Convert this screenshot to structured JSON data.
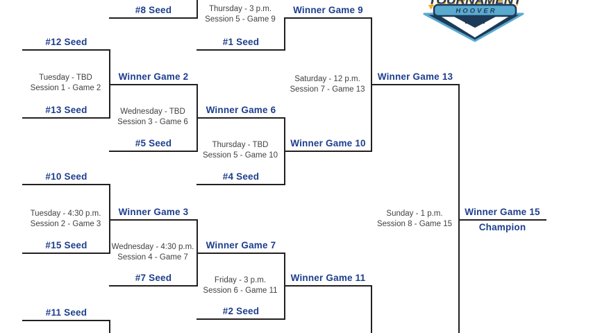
{
  "colors": {
    "label_blue": "#1d3e8d",
    "line": "#231f20",
    "schedule_text": "#414042",
    "logo_navy": "#1d3a59",
    "logo_light_blue": "#5aaacf",
    "logo_gold": "#f1a722",
    "logo_white": "#ffffff"
  },
  "logo": {
    "top_word": "TOURNAMENT",
    "banner": "HOOVER"
  },
  "seeds": {
    "s8": "#8 Seed",
    "s1": "#1 Seed",
    "s12": "#12 Seed",
    "s13": "#13 Seed",
    "s5": "#5 Seed",
    "s4": "#4 Seed",
    "s10": "#10 Seed",
    "s15": "#15 Seed",
    "s7": "#7 Seed",
    "s2": "#2 Seed",
    "s11": "#11 Seed"
  },
  "winners": {
    "g2": "Winner Game 2",
    "g3": "Winner Game 3",
    "g6": "Winner Game 6",
    "g7": "Winner Game 7",
    "g9": "Winner Game 9",
    "g10": "Winner Game 10",
    "g11": "Winner Game 11",
    "g13": "Winner Game 13",
    "g15": "Winner Game 15",
    "champion": "Champion"
  },
  "schedules": {
    "g2": {
      "l1": "Tuesday - TBD",
      "l2": "Session 1 - Game 2"
    },
    "g3": {
      "l1": "Tuesday - 4:30 p.m.",
      "l2": "Session 2 - Game 3"
    },
    "g6": {
      "l1": "Wednesday - TBD",
      "l2": "Session 3 - Game 6"
    },
    "g7": {
      "l1": "Wednesday - 4:30 p.m.",
      "l2": "Session 4 - Game 7"
    },
    "g9": {
      "l1": "Thursday - 3 p.m.",
      "l2": "Session 5 - Game 9"
    },
    "g10": {
      "l1": "Thursday - TBD",
      "l2": "Session 5 - Game 10"
    },
    "g11": {
      "l1": "Friday - 3 p.m.",
      "l2": "Session 6 - Game 11"
    },
    "g13": {
      "l1": "Saturday - 12 p.m.",
      "l2": "Session 7 - Game 13"
    },
    "g15": {
      "l1": "Sunday - 1 p.m.",
      "l2": "Session 8 - Game 15"
    }
  }
}
